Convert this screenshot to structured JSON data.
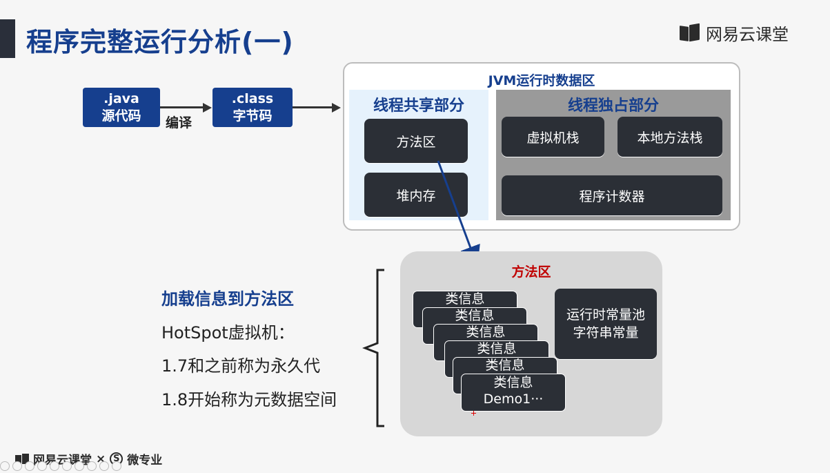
{
  "slide": {
    "title": "程序完整运行分析(一)",
    "brand": "网易云课堂"
  },
  "flow": {
    "java_box": {
      "line1": ".java",
      "line2": "源代码"
    },
    "compile_label": "编译",
    "class_box": {
      "line1": ".class",
      "line2": "字节码"
    }
  },
  "jvm": {
    "title": "JVM运行时数据区",
    "shared": {
      "heading": "线程共享部分",
      "items": [
        "方法区",
        "堆内存"
      ]
    },
    "private": {
      "heading": "线程独占部分",
      "items": [
        "虚拟机栈",
        "本地方法栈",
        "程序计数器"
      ]
    }
  },
  "method_area": {
    "title": "方法区",
    "class_cards": [
      "类信息",
      "类信息",
      "类信息",
      "类信息",
      "类信息",
      "类信息"
    ],
    "last_card_sub": "Demo1···",
    "constant_pool": {
      "line1": "运行时常量池",
      "line2": "字符串常量"
    }
  },
  "notes": {
    "heading": "加载信息到方法区",
    "lines": [
      "HotSpot虚拟机：",
      "1.7和之前称为永久代",
      "1.8开始称为元数据空间"
    ]
  },
  "footer": {
    "brand": "网易云课堂",
    "times": "×",
    "s_mark": "S",
    "partner": "微专业"
  },
  "colors": {
    "accent_blue": "#163f8e",
    "dark_box": "#2b2f36",
    "red_label": "#c00000"
  }
}
